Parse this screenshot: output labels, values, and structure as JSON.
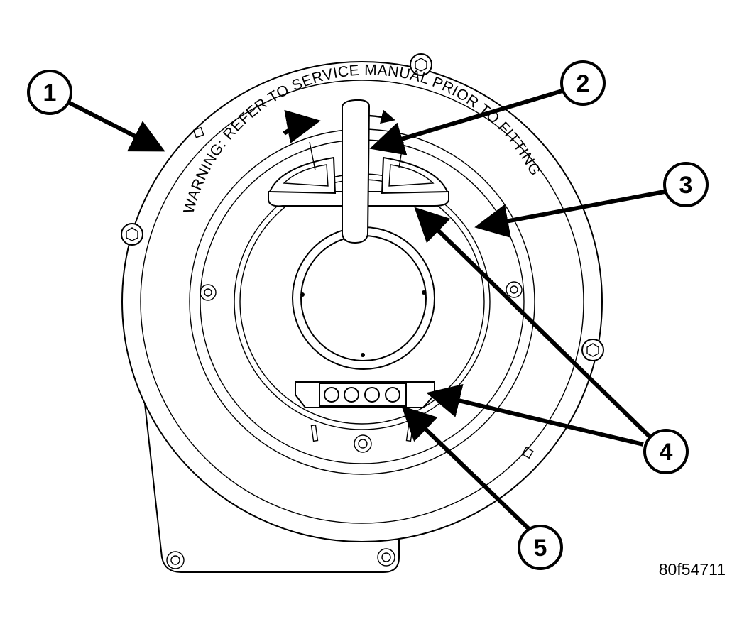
{
  "warning_label": "WARNING: REFER TO SERVICE MANUAL PRIOR TO FITTING",
  "figure_id": "80f54711",
  "callouts": [
    {
      "number": "1"
    },
    {
      "number": "2"
    },
    {
      "number": "3"
    },
    {
      "number": "4"
    },
    {
      "number": "5"
    }
  ]
}
